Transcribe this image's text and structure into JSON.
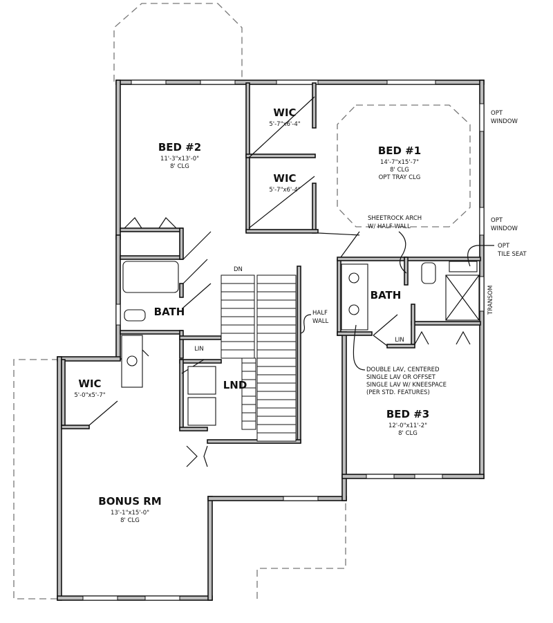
{
  "rooms": {
    "bed2": {
      "name": "BED #2",
      "size": "11'-3\"x13'-0\"",
      "ceiling": "8' CLG"
    },
    "wic1": {
      "name": "WIC",
      "size": "5'-7\"x6'-4\""
    },
    "wic2": {
      "name": "WIC",
      "size": "5'-7\"x6'-4\""
    },
    "bed1": {
      "name": "BED #1",
      "size": "14'-7\"x15'-7\"",
      "ceiling": "8' CLG",
      "ceiling_opt": "OPT TRAY CLG"
    },
    "bath_hall": {
      "name": "BATH"
    },
    "bath_master": {
      "name": "BATH"
    },
    "lin1": {
      "name": "LIN"
    },
    "lin2": {
      "name": "LIN"
    },
    "lnd": {
      "name": "LND"
    },
    "wic3": {
      "name": "WIC",
      "size": "5'-0\"x5'-7\""
    },
    "bed3": {
      "name": "BED #3",
      "size": "12'-0\"x11'-2\"",
      "ceiling": "8' CLG"
    },
    "bonus": {
      "name": "BONUS RM",
      "size": "13'-1\"x15'-0\"",
      "ceiling": "8' CLG"
    }
  },
  "notes": {
    "opt_window_1": [
      "OPT",
      "WINDOW"
    ],
    "opt_window_2": [
      "OPT",
      "WINDOW"
    ],
    "arch": [
      "SHEETROCK ARCH",
      "W/ HALF WALL"
    ],
    "tile_seat": [
      "OPT",
      "TILE SEAT"
    ],
    "transom": "TRANSOM",
    "half_wall": [
      "HALF",
      "WALL"
    ],
    "stair_dn": "DN",
    "lav": [
      "DOUBLE LAV, CENTERED",
      "SINGLE LAV OR OFFSET",
      "SINGLE LAV W/ KNEESPACE",
      "(PER STD. FEATURES)"
    ]
  }
}
